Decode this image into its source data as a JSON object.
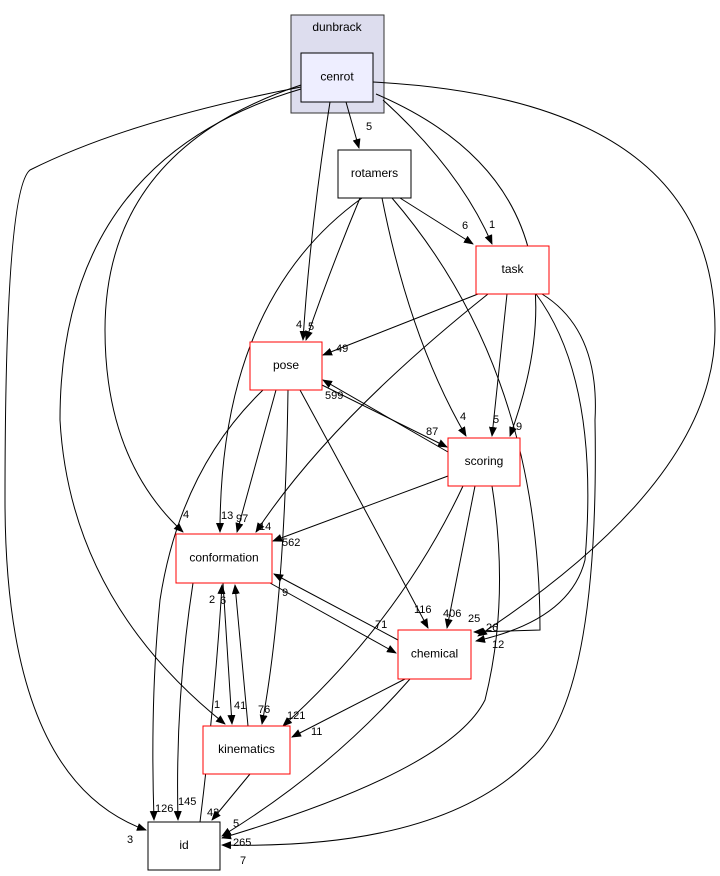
{
  "cluster": {
    "label": "dunbrack"
  },
  "nodes": [
    {
      "id": "cenrot",
      "label": "cenrot"
    },
    {
      "id": "rotamers",
      "label": "rotamers"
    },
    {
      "id": "task",
      "label": "task"
    },
    {
      "id": "pose",
      "label": "pose"
    },
    {
      "id": "scoring",
      "label": "scoring"
    },
    {
      "id": "conformation",
      "label": "conformation"
    },
    {
      "id": "chemical",
      "label": "chemical"
    },
    {
      "id": "kinematics",
      "label": "kinematics"
    },
    {
      "id": "id",
      "label": "id"
    }
  ],
  "edges": [
    {
      "from": "cenrot",
      "to": "rotamers",
      "label": "5"
    },
    {
      "from": "cenrot",
      "to": "task",
      "label": "1"
    },
    {
      "from": "cenrot",
      "to": "pose",
      "label": "4"
    },
    {
      "from": "rotamers",
      "to": "pose",
      "label": "5"
    },
    {
      "from": "cenrot",
      "to": "scoring",
      "label": "9"
    },
    {
      "from": "cenrot",
      "to": "conformation",
      "label": "4"
    },
    {
      "from": "cenrot",
      "to": "chemical",
      "label": "26"
    },
    {
      "from": "cenrot",
      "to": "kinematics",
      "label": "1"
    },
    {
      "from": "cenrot",
      "to": "id",
      "label": "3"
    },
    {
      "from": "rotamers",
      "to": "task",
      "label": "6"
    },
    {
      "from": "rotamers",
      "to": "conformation",
      "label": "13"
    },
    {
      "from": "rotamers",
      "to": "scoring",
      "label": "4"
    },
    {
      "from": "rotamers",
      "to": "chemical",
      "label": "25"
    },
    {
      "from": "task",
      "to": "pose",
      "label": "49"
    },
    {
      "from": "task",
      "to": "scoring",
      "label": "5"
    },
    {
      "from": "task",
      "to": "conformation",
      "label": "14"
    },
    {
      "from": "task",
      "to": "chemical",
      "label": "12"
    },
    {
      "from": "task",
      "to": "id",
      "label": "7"
    },
    {
      "from": "pose",
      "to": "scoring",
      "label": "87"
    },
    {
      "from": "scoring",
      "to": "pose",
      "label": "599"
    },
    {
      "from": "pose",
      "to": "conformation",
      "label": "97"
    },
    {
      "from": "pose",
      "to": "chemical",
      "label": "116"
    },
    {
      "from": "pose",
      "to": "kinematics",
      "label": "76"
    },
    {
      "from": "pose",
      "to": "id",
      "label": "145"
    },
    {
      "from": "scoring",
      "to": "conformation",
      "label": "562"
    },
    {
      "from": "scoring",
      "to": "chemical",
      "label": "406"
    },
    {
      "from": "scoring",
      "to": "kinematics",
      "label": "121"
    },
    {
      "from": "scoring",
      "to": "id",
      "label": "265"
    },
    {
      "from": "conformation",
      "to": "chemical",
      "label": "71"
    },
    {
      "from": "chemical",
      "to": "conformation",
      "label": "9"
    },
    {
      "from": "conformation",
      "to": "kinematics",
      "label": "41"
    },
    {
      "from": "kinematics",
      "to": "conformation",
      "label": "6"
    },
    {
      "from": "conformation",
      "to": "id",
      "label": "126"
    },
    {
      "from": "id",
      "to": "conformation",
      "label": "2"
    },
    {
      "from": "chemical",
      "to": "kinematics",
      "label": "11"
    },
    {
      "from": "chemical",
      "to": "id",
      "label": "5"
    },
    {
      "from": "kinematics",
      "to": "id",
      "label": "43"
    }
  ],
  "colors": {
    "cluster_fill": "#ddddee",
    "cenrot_fill": "#eeeeff",
    "linked_border": "#ff0000",
    "plain_border": "#000000"
  }
}
